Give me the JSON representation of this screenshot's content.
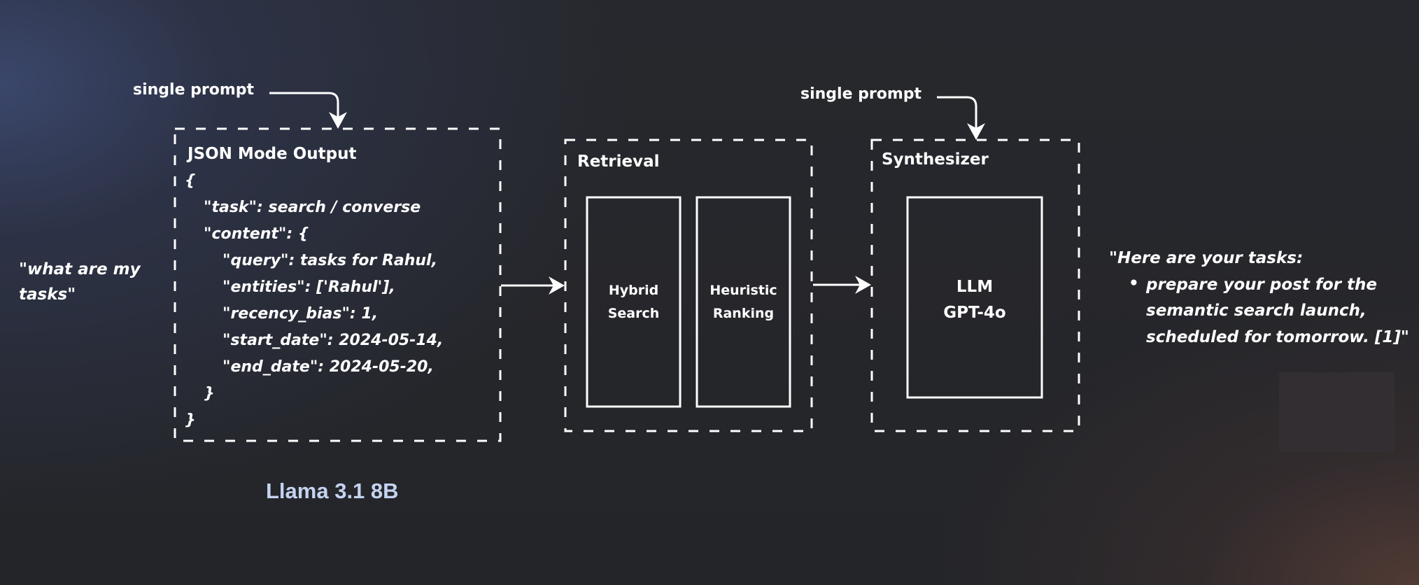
{
  "input": {
    "lines": [
      "\"what are my",
      "tasks\""
    ]
  },
  "prompts": {
    "first": "single prompt",
    "second": "single prompt"
  },
  "json_stage": {
    "title": "JSON Mode Output",
    "lines": [
      {
        "indent": 0,
        "text": "{"
      },
      {
        "indent": 1,
        "text": "\"task\": search / converse"
      },
      {
        "indent": 1,
        "text": "\"content\": {"
      },
      {
        "indent": 2,
        "text": "\"query\": tasks for Rahul,"
      },
      {
        "indent": 2,
        "text": "\"entities\": ['Rahul'],"
      },
      {
        "indent": 2,
        "text": "\"recency_bias\": 1,"
      },
      {
        "indent": 2,
        "text": "\"start_date\": 2024-05-14,"
      },
      {
        "indent": 2,
        "text": "\"end_date\": 2024-05-20,"
      },
      {
        "indent": 1,
        "text": "}"
      },
      {
        "indent": 0,
        "text": "}"
      }
    ],
    "model": "Llama 3.1 8B",
    "model_color": "#c4d3f0"
  },
  "retrieval_stage": {
    "title": "Retrieval",
    "components": [
      {
        "line1": "Hybrid",
        "line2": "Search"
      },
      {
        "line1": "Heuristic",
        "line2": "Ranking"
      }
    ]
  },
  "synth_stage": {
    "title": "Synthesizer",
    "component": {
      "line1": "LLM",
      "line2": "GPT-4o"
    }
  },
  "output": {
    "heading": "\"Here are your tasks:",
    "bullet": "•",
    "item_lines": [
      "prepare your post for the",
      "semantic search launch,",
      "scheduled for tomorrow. [1]\""
    ]
  },
  "colors": {
    "stroke": "#ffffff",
    "text": "#ffffff"
  }
}
